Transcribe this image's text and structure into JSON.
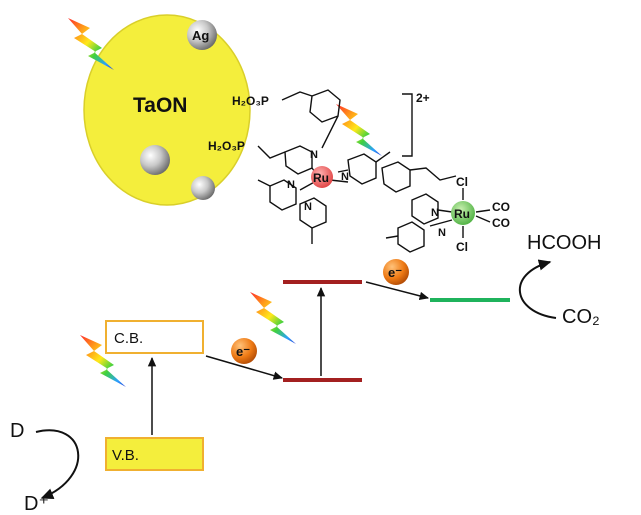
{
  "scheme": {
    "particle_label": "TaON",
    "cocatalyst_label": "Ag",
    "complex": {
      "anchor_upper": "H₂O₃P",
      "anchor_lower": "H₂O₃P",
      "ru_center": "Ru",
      "ru_catalyst": "Ru",
      "n_label": "N",
      "cl_label": "Cl",
      "co_label": "CO",
      "charge": "2+"
    },
    "bands": {
      "cb_label": "C.B.",
      "vb_label": "V.B."
    },
    "electron_label": "e⁻",
    "donor": "D",
    "donor_oxidized": "D⁺",
    "product": "HCOOH",
    "substrate": "CO₂"
  },
  "colors": {
    "particle": "#f4ee3c",
    "cb_border": "#f0b030",
    "vb_fill": "#f4ee3c",
    "sensitizer_level": "#a32020",
    "catalyst_level": "#1fb35c",
    "electron": "#ee7a14",
    "ru_center": "#ee5555",
    "ru_catalyst": "#5cc04c"
  },
  "icons": [
    "light-bolt-icon",
    "electron-icon",
    "silver-particle-icon"
  ]
}
